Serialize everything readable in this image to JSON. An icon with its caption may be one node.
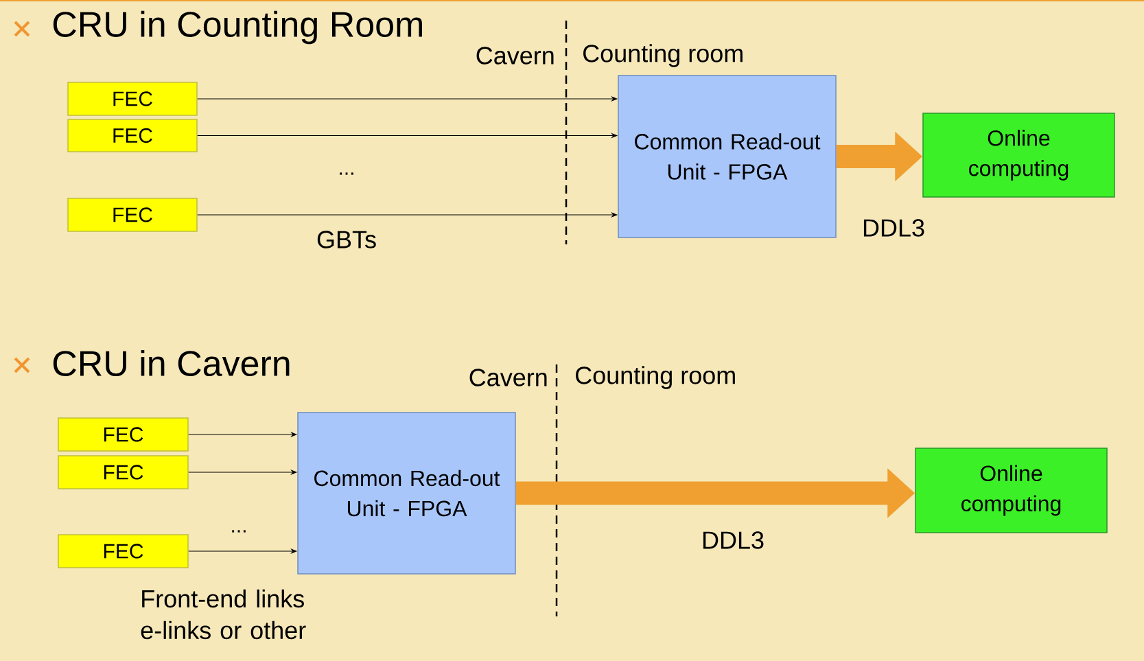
{
  "diagram": {
    "nodes": [
      {
        "text": [
          "FEC"
        ]
      },
      {
        "text": [
          "FEC"
        ]
      },
      {
        "text": [
          "FEC"
        ]
      },
      {
        "text": [
          "Common Read-out Unit - FPGA"
        ]
      },
      {
        "text": [
          "Online computing"
        ]
      },
      {
        "text": [
          "FEC"
        ]
      },
      {
        "text": [
          "FEC"
        ]
      },
      {
        "text": [
          "FEC"
        ]
      },
      {
        "text": [
          "Common Read-out Unit - FPGA"
        ]
      },
      {
        "text": [
          "Online computing"
        ]
      }
    ],
    "edges": [
      {
        "from": 0,
        "to": 3,
        "arrow": "to"
      },
      {
        "from": 1,
        "to": 3,
        "arrow": "to"
      },
      {
        "from": 2,
        "to": 3,
        "arrow": "to"
      },
      {
        "from": 3,
        "to": 4,
        "arrow": "to",
        "label": "DDL3",
        "style": "thick",
        "color": "#f0a030"
      },
      {
        "from": 5,
        "to": 8,
        "arrow": "to"
      },
      {
        "from": 6,
        "to": 8,
        "arrow": "to"
      },
      {
        "from": 7,
        "to": 8,
        "arrow": "to"
      },
      {
        "from": 8,
        "to": 9,
        "arrow": "to",
        "label": "DDL3",
        "style": "thick",
        "color": "#f0a030"
      }
    ],
    "labels": [
      "CRU in Counting Room",
      "Cavern",
      "Counting room",
      "...",
      "GBTs",
      "CRU in Cavern",
      "Cavern",
      "Counting room",
      "...",
      "Front-end links e-links or other"
    ]
  }
}
